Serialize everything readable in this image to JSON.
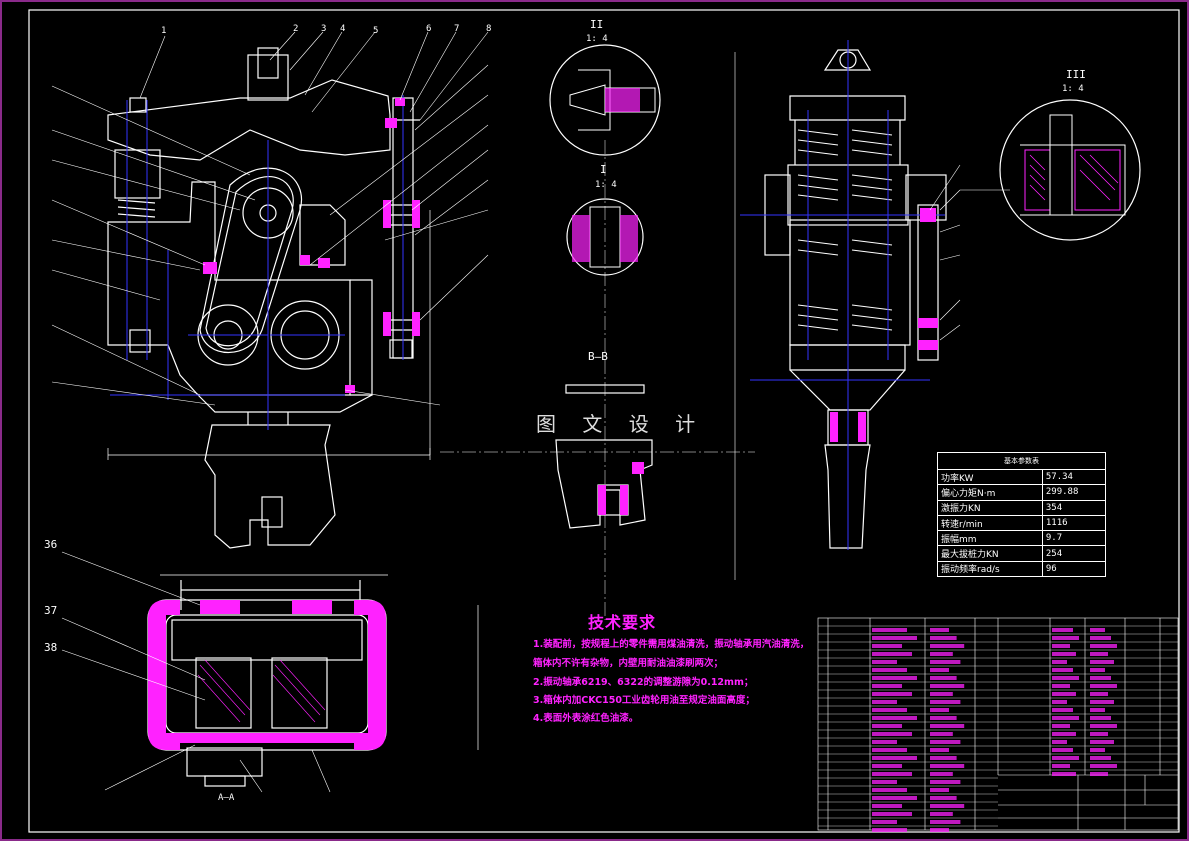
{
  "drawing": {
    "colors": {
      "background": "#000000",
      "line": "#ffffff",
      "hidden": "#2a2aff",
      "dimension": "#ff22ff",
      "section": "#ff22ff"
    },
    "watermark": "图 文 设 计",
    "detail_II": {
      "title": "II",
      "scale": "1: 4"
    },
    "detail_I": {
      "title": "I",
      "scale": "1: 4"
    },
    "detail_III": {
      "title": "III",
      "scale": "1: 4"
    },
    "section_BB": "B—B",
    "section_AA": "A—A",
    "side_labels": [
      "36",
      "37",
      "38"
    ],
    "callouts_top": [
      "1",
      "2",
      "3",
      "4",
      "5",
      "6",
      "7",
      "8"
    ],
    "tech_requirements": {
      "title": "技术要求",
      "items": [
        "1.装配前，按规程上的零件需用煤油清洗，振动轴承用汽油清洗，",
        "   箱体内不许有杂物，内壁用耐油油漆刷两次；",
        "2.振动轴承6219、6322的调整游隙为0.12mm；",
        "3.箱体内加CKC150工业齿轮用油至规定油面高度；",
        "4.表面外表涂红色油漆。"
      ]
    },
    "params_table": {
      "title": "基本参数表",
      "rows": [
        {
          "label": "功率KW",
          "value": "57.34"
        },
        {
          "label": "偏心力矩N·m",
          "value": "299.88"
        },
        {
          "label": "激振力KN",
          "value": "354"
        },
        {
          "label": "转速r/min",
          "value": "1116"
        },
        {
          "label": "振幅mm",
          "value": "9.7"
        },
        {
          "label": "最大拔桩力KN",
          "value": "254"
        },
        {
          "label": "振动频率rad/s",
          "value": "96"
        }
      ]
    }
  }
}
